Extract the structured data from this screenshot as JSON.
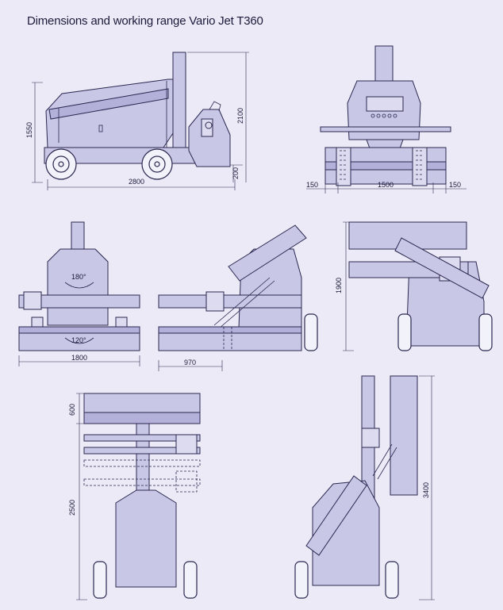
{
  "title": "Dimensions and working range Vario Jet T360",
  "dimensions": {
    "height_body": "1550",
    "height_total": "2100",
    "length": "2800",
    "clearance": "200",
    "track_side_left": "150",
    "track_width": "1500",
    "track_side_right": "150",
    "rotation_top": "180°",
    "rotation_bottom": "120°",
    "width_front": "1800",
    "offset_side": "970",
    "height_raised": "1900",
    "boom_top": "600",
    "height_lift": "2500",
    "height_max": "3400"
  },
  "colors": {
    "background": "#eceaf6",
    "body": "#c8c7e6",
    "line": "#2a2850"
  }
}
